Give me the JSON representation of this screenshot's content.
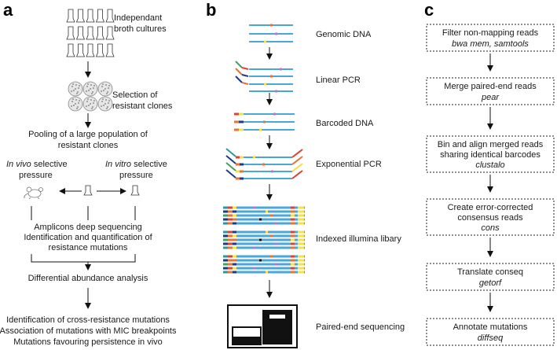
{
  "panel_a": {
    "letter": "a",
    "step1_l1": "Independant",
    "step1_l2": "broth cultures",
    "step2_l1": "Selection of",
    "step2_l2": "resistant clones",
    "step3_l1": "Pooling of a large population of",
    "step3_l2": "resistant clones",
    "invivo_italic": "In vivo",
    "invivo_rest": " selective",
    "invivo_l2": "pressure",
    "invitro_italic": "In vitro",
    "invitro_rest": " selective",
    "invitro_l2": "pressure",
    "step4_l1": "Amplicons deep sequencing",
    "step4_l2": "Identification and quantification of",
    "step4_l3": "resistance mutations",
    "step5": "Differential abundance analysis",
    "step6_l1": "Identification of cross-resistance mutations",
    "step6_l2": "Association of mutations with MIC breakpoints",
    "step6_l3": "Mutations favouring persistence in vivo"
  },
  "panel_b": {
    "letter": "b",
    "steps": [
      "Genomic DNA",
      "Linear PCR",
      "Barcoded DNA",
      "Exponential PCR",
      "Indexed illumina libary",
      "Paired-end sequencing"
    ]
  },
  "panel_c": {
    "letter": "c",
    "boxes": [
      {
        "l1": "Filter non-mapping reads",
        "tool": "bwa mem, samtools"
      },
      {
        "l1": "Merge paired-end reads",
        "tool": "pear"
      },
      {
        "l1": "Bin and align merged reads",
        "l2": "sharing identical barcodes",
        "tool": "clustalo"
      },
      {
        "l1": "Create error-corrected",
        "l2": "consensus reads",
        "tool": "cons"
      },
      {
        "l1": "Translate conseq",
        "tool": "getorf"
      },
      {
        "l1": "Annotate mutations",
        "tool": "diffseq"
      }
    ]
  },
  "colors": {
    "dna_blue": "#4aa8d8",
    "orange": "#e0763a",
    "yellow": "#f3e04a",
    "green": "#3aa65a",
    "navy": "#1e3a8a",
    "purple": "#b07ad0",
    "red": "#d6453a",
    "teal": "#2a9a9a"
  }
}
